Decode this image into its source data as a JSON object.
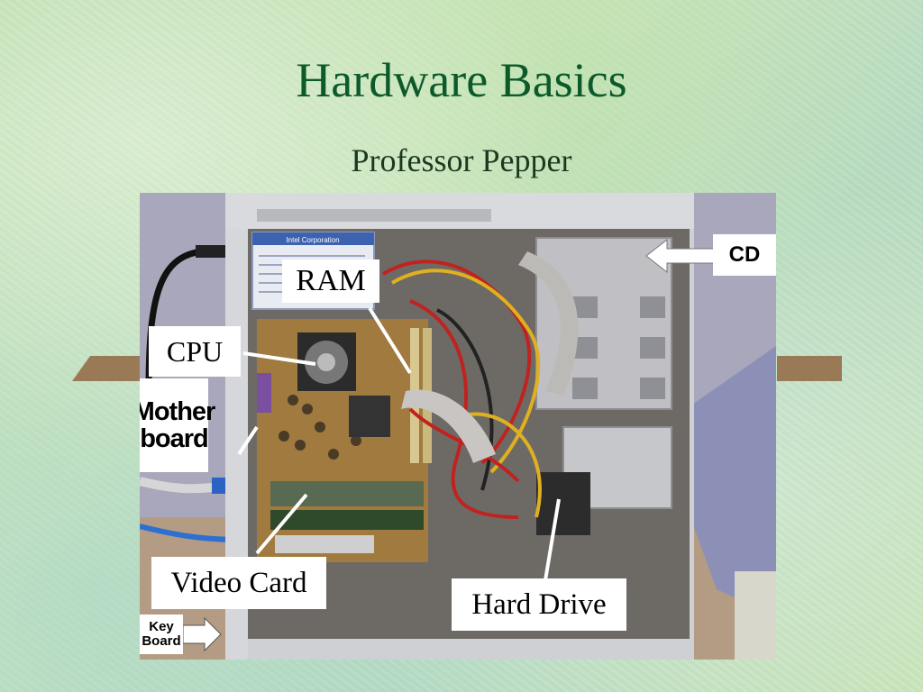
{
  "slide": {
    "title": "Hardware Basics",
    "subtitle": "Professor Pepper"
  },
  "photo": {
    "sticker_text": "Intel Corporation",
    "labels": {
      "ram": "RAM",
      "cpu": "CPU",
      "motherboard": "Mother board",
      "video_card": "Video Card",
      "hard_drive": "Hard Drive",
      "cd": "CD",
      "keyboard": "Key Board"
    }
  },
  "colors": {
    "title": "#0c5a2a",
    "accent_bar": "#9a7a56"
  }
}
